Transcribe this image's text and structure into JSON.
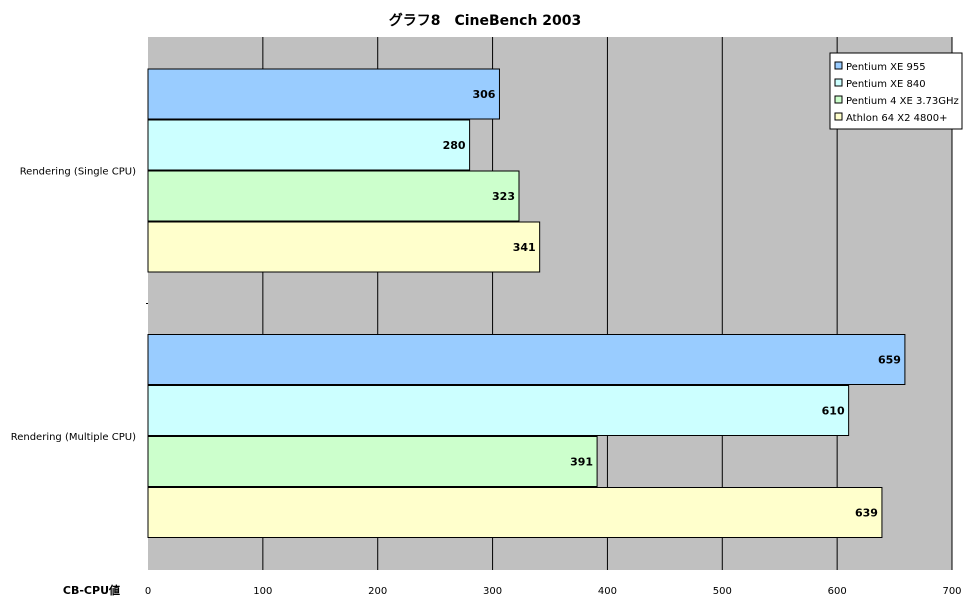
{
  "chart_data": {
    "type": "bar",
    "orientation": "horizontal",
    "title": "グラフ8　CineBench 2003",
    "xlabel": "CB-CPU値",
    "ylabel": "",
    "xlim": [
      0,
      700
    ],
    "x_ticks": [
      0,
      100,
      200,
      300,
      400,
      500,
      600,
      700
    ],
    "grid": true,
    "legend_position": "top-right",
    "categories": [
      "Rendering (Single CPU)",
      "Rendering (Multiple CPU)"
    ],
    "series": [
      {
        "name": "Pentium XE 955",
        "values": [
          306,
          659
        ],
        "color": "#99ccff"
      },
      {
        "name": "Pentium XE 840",
        "values": [
          280,
          610
        ],
        "color": "#ccffff"
      },
      {
        "name": "Pentium 4 XE 3.73GHz",
        "values": [
          323,
          391
        ],
        "color": "#ccffcc"
      },
      {
        "name": "Athlon 64 X2 4800+",
        "values": [
          341,
          639
        ],
        "color": "#ffffcc"
      }
    ],
    "colors": {
      "plot_background": "#c0c0c0",
      "gridline": "#000000",
      "bar_border": "#000000"
    }
  }
}
